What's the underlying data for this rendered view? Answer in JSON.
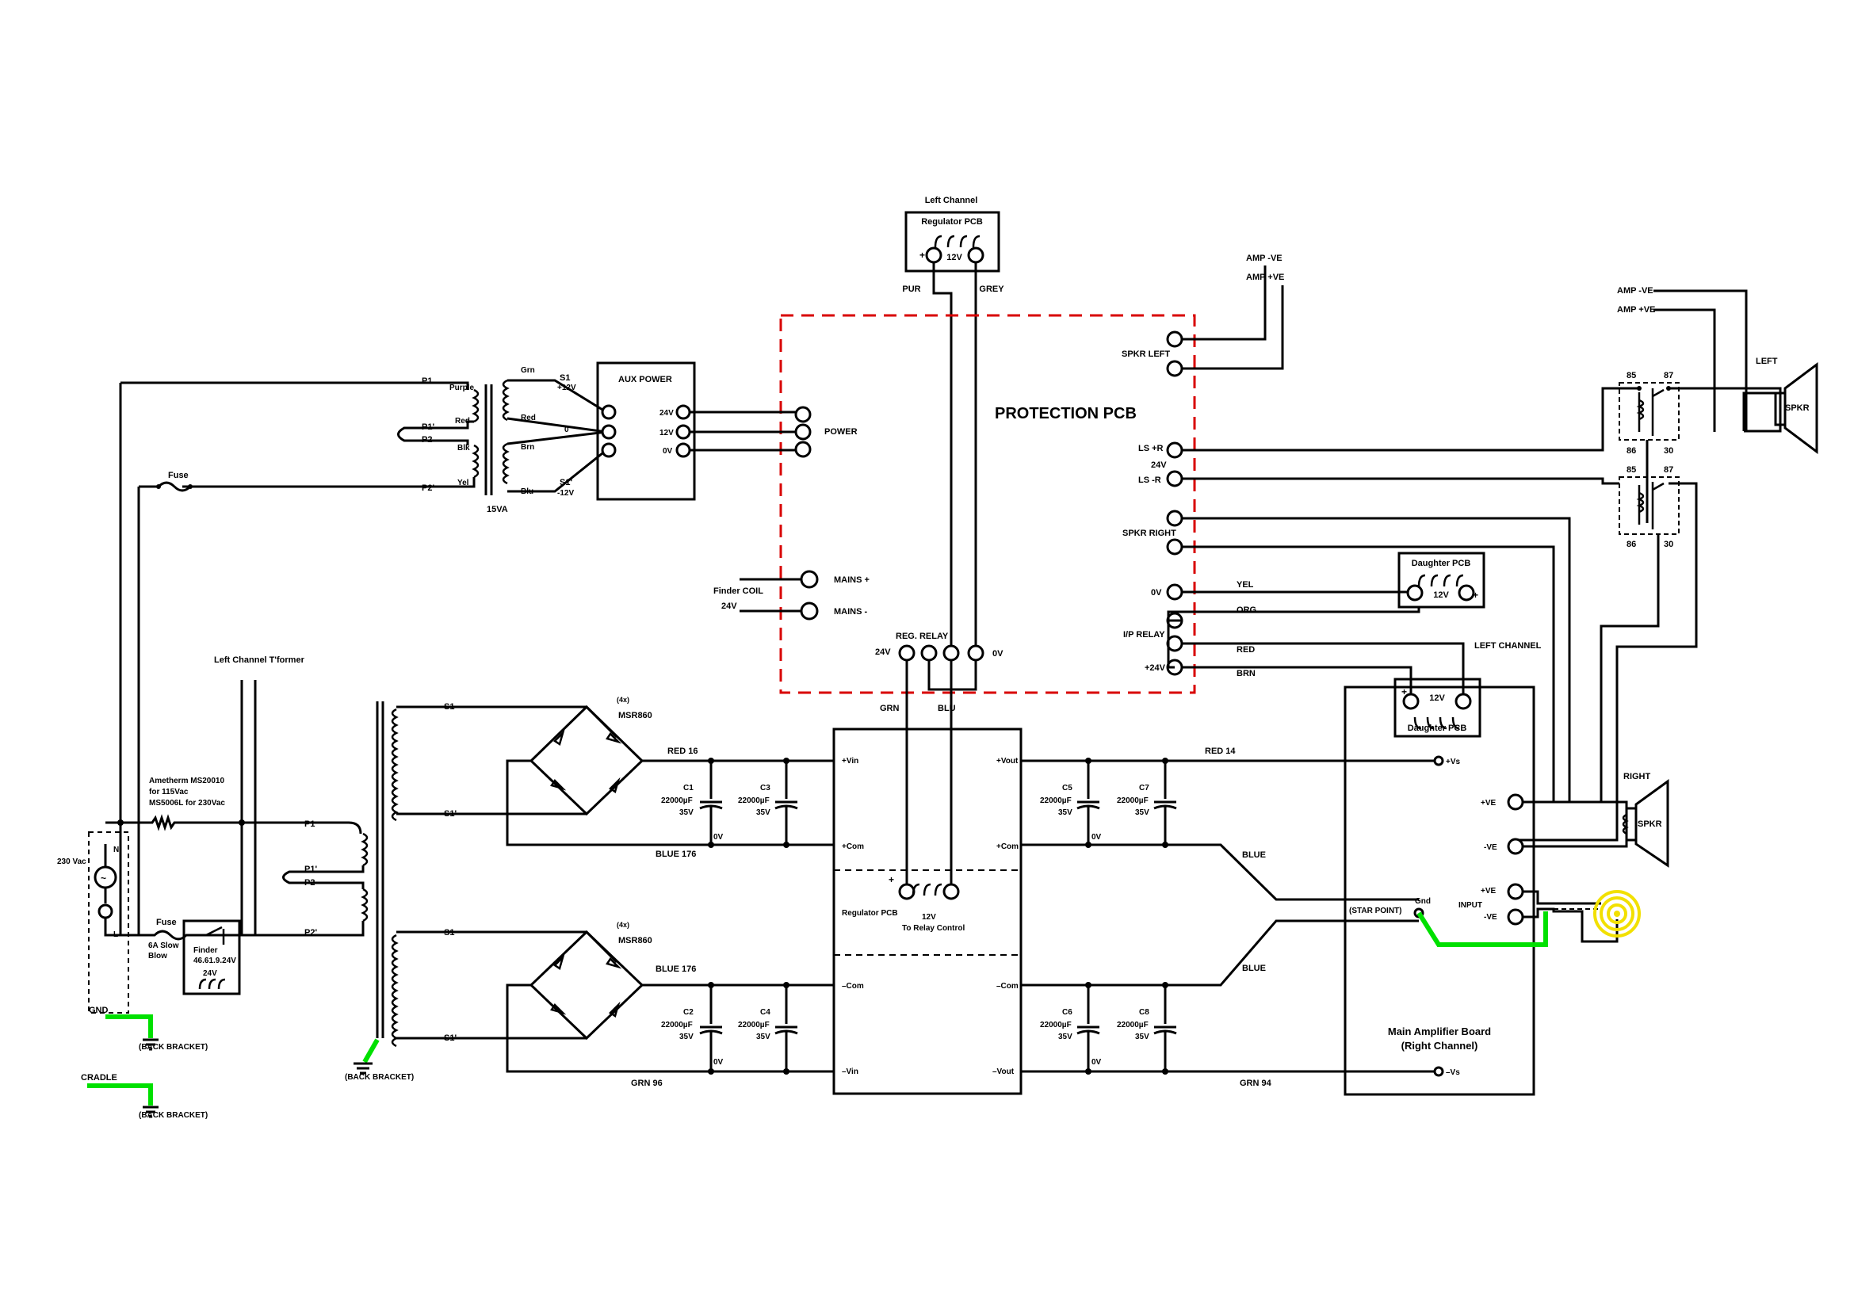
{
  "colors": {
    "wire": "#000000",
    "protection_border": "#d80000",
    "ground_wire": "#00e000",
    "input_jack": "#f2e000"
  },
  "labels": {
    "left_channel": "Left Channel",
    "regulator_pcb_top": "Regulator PCB",
    "reg_12v": "12V",
    "pur": "PUR",
    "grey": "GREY",
    "amp_ve_neg_1": "AMP -VE",
    "amp_ve_pos_1": "AMP +VE",
    "amp_ve_neg_2": "AMP -VE",
    "amp_ve_pos_2": "AMP +VE",
    "left_spk": "LEFT",
    "right_spk": "RIGHT",
    "spkr": "SPKR",
    "relay_85": "85",
    "relay_87": "87",
    "relay_86": "86",
    "relay_30": "30",
    "protection_pcb": "PROTECTION PCB",
    "spkr_left": "SPKR LEFT",
    "ls_pos_r": "LS +R",
    "ls_neg_r": "LS -R",
    "pos_ve": "+VE",
    "neg_ve": "-VE",
    "v24": "24V",
    "v12": "12V",
    "v0": "0V",
    "pos24v": "+24V",
    "spkr_right": "SPKR RIGHT",
    "ip_relay": "I/P RELAY",
    "yel": "YEL",
    "org": "ORG",
    "red": "RED",
    "brn": "BRN",
    "daughter_pcb": "Daughter PCB",
    "left_channel_caps": "LEFT CHANNEL",
    "aux_power": "AUX POWER",
    "power": "POWER",
    "mains_pos": "MAINS +",
    "mains_neg": "MAINS -",
    "finder_coil": "Finder COIL",
    "reg_relay": "REG. RELAY",
    "grn": "GRN",
    "blu": "BLU",
    "p1": "P1",
    "p1b": "P1'",
    "p2": "P2",
    "p2b": "P2'",
    "purple": "Purple",
    "red_w": "Red",
    "blk": "Blk",
    "yel_w": "Yel",
    "grn_w": "Grn",
    "brn_w": "Brn",
    "blu_w": "Blu",
    "s1": "S1",
    "s1b": "S1'",
    "plus12": "+12V",
    "minus12": "-12V",
    "zero": "0",
    "va15": "15VA",
    "fuse": "Fuse",
    "left_tformer": "Left Channel T'former",
    "ametherm_1": "Ametherm MS20010",
    "ametherm_2": "for 115Vac",
    "ametherm_3": "MS5006L for 230Vac",
    "vac230": "230 Vac",
    "n": "N",
    "l": "L",
    "gnd": "GND",
    "back_bracket": "(BACK BRACKET)",
    "cradle": "CRADLE",
    "fuse_6a_1": "6A Slow",
    "fuse_6a_2": "Blow",
    "finder_1": "Finder",
    "finder_2": "46.61.9.24V",
    "msr860": "MSR860",
    "x4": "(4x)",
    "red16": "RED 16",
    "blue176": "BLUE 176",
    "grn96": "GRN 96",
    "red14": "RED 14",
    "blue": "BLUE",
    "grn94": "GRN 94",
    "c1": "C1",
    "c2": "C2",
    "c3": "C3",
    "c4": "C4",
    "c5": "C5",
    "c6": "C6",
    "c7": "C7",
    "c8": "C8",
    "cap_value": "22000µF",
    "cap_voltage": "35V",
    "vin_pos": "+Vin",
    "com_pos": "+Com",
    "com_neg": "–Com",
    "vin_neg": "–Vin",
    "vout_pos": "+Vout",
    "vout_neg": "–Vout",
    "reg_pcb_lower": "Regulator PCB",
    "to_relay": "To Relay Control",
    "vs_pos": "+Vs",
    "vs_neg": "–Vs",
    "gnd_star": "Gnd",
    "star_point": "(STAR POINT)",
    "input": "INPUT",
    "main_amp_1": "Main Amplifier Board",
    "main_amp_2": "(Right Channel)",
    "plus": "+"
  }
}
